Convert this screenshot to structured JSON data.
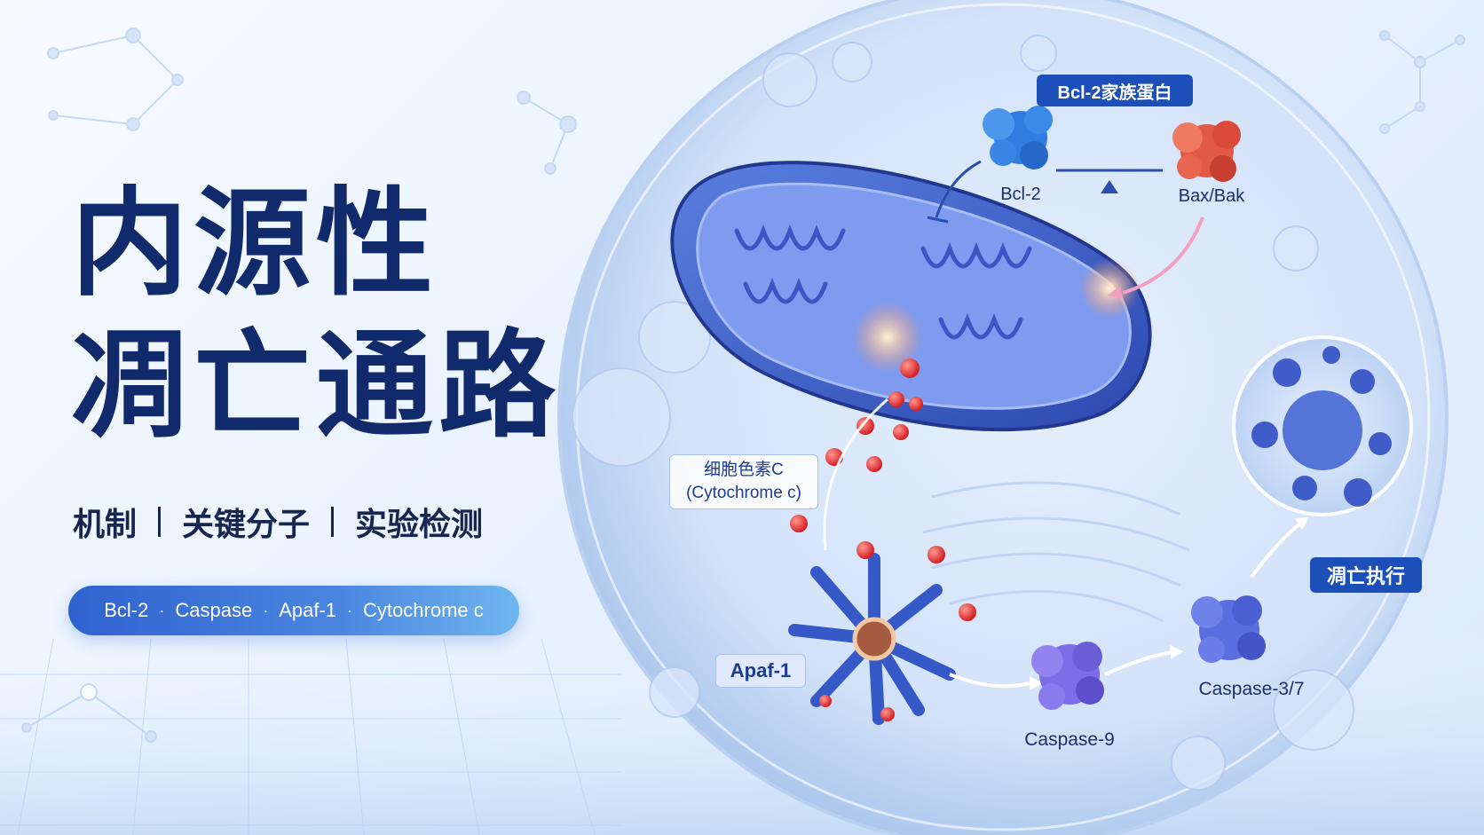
{
  "title": {
    "line1": "内源性",
    "line2": "凋亡通路"
  },
  "subtitle": {
    "items": [
      "机制",
      "关键分子",
      "实验检测"
    ]
  },
  "keywords": [
    "Bcl-2",
    "Caspase",
    "Apaf-1",
    "Cytochrome c"
  ],
  "diagram": {
    "bcl2_family_label": "Bcl-2家族蛋白",
    "bcl2_label": "Bcl-2",
    "baxbak_label": "Bax/Bak",
    "cytochrome_label_cn": "细胞色素C",
    "cytochrome_label_en": "(Cytochrome c)",
    "apaf1_label": "Apaf-1",
    "caspase9_label": "Caspase-9",
    "caspase37_label": "Caspase-3/7",
    "apoptosis_label": "凋亡执行"
  },
  "colors": {
    "title": "#112a6b",
    "accent": "#1c4fb8",
    "bcl2_protein": "#2f7de0",
    "baxbak_protein": "#e05a45",
    "cytochrome_c": "#e0302f",
    "caspase": "#7d6ee8"
  },
  "icons": [
    "mitochondrion-icon",
    "cell-icon",
    "apoptosome-icon",
    "apoptotic-body-icon",
    "molecule-network-icon"
  ]
}
